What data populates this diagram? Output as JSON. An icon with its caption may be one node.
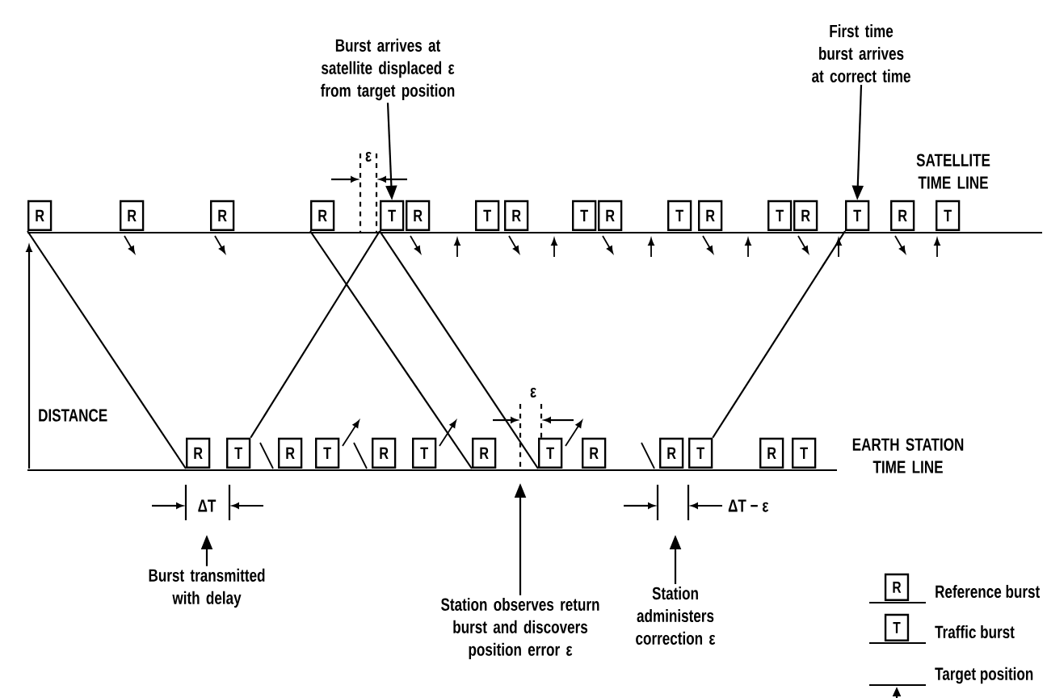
{
  "diagram": {
    "nodes": [
      {
        "text": [
          "Burst arrives at satellite displaced ε from target position"
        ]
      },
      {
        "text": [
          "First time burst arrives at correct time"
        ]
      },
      {
        "text": [
          "R"
        ]
      },
      {
        "text": [
          "R"
        ]
      },
      {
        "text": [
          "R"
        ]
      },
      {
        "text": [
          "R"
        ]
      },
      {
        "text": [
          "T"
        ]
      },
      {
        "text": [
          "R"
        ]
      },
      {
        "text": [
          "T"
        ]
      },
      {
        "text": [
          "R"
        ]
      },
      {
        "text": [
          "T"
        ]
      },
      {
        "text": [
          "R"
        ]
      },
      {
        "text": [
          "T"
        ]
      },
      {
        "text": [
          "R"
        ]
      },
      {
        "text": [
          "T"
        ]
      },
      {
        "text": [
          "R"
        ]
      },
      {
        "text": [
          "T"
        ]
      },
      {
        "text": [
          "R"
        ]
      },
      {
        "text": [
          "T"
        ]
      },
      {
        "text": [
          "R"
        ]
      },
      {
        "text": [
          "T"
        ]
      },
      {
        "text": [
          "R"
        ]
      },
      {
        "text": [
          "T"
        ]
      },
      {
        "text": [
          "R"
        ]
      },
      {
        "text": [
          "T"
        ]
      },
      {
        "text": [
          "R"
        ]
      },
      {
        "text": [
          "T"
        ]
      },
      {
        "text": [
          "R"
        ]
      },
      {
        "text": [
          "R"
        ]
      },
      {
        "text": [
          "T"
        ]
      },
      {
        "text": [
          "R"
        ]
      },
      {
        "text": [
          "T"
        ]
      },
      {
        "text": [
          "Burst transmitted with delay"
        ]
      },
      {
        "text": [
          "Station observes return burst and discovers position error ε"
        ]
      },
      {
        "text": [
          "Station administers correction ε"
        ]
      }
    ],
    "edges": [
      {
        "from": 2,
        "to": 19,
        "arrow": "none"
      },
      {
        "from": 20,
        "to": 6,
        "arrow": "none"
      },
      {
        "from": 5,
        "to": 25,
        "arrow": "none"
      },
      {
        "from": 6,
        "to": 26,
        "arrow": "none"
      },
      {
        "from": 29,
        "to": 16,
        "arrow": "none"
      },
      {
        "from": 0,
        "to": 6,
        "arrow": "to"
      },
      {
        "from": 1,
        "to": 16,
        "arrow": "to"
      },
      {
        "from": 32,
        "to": null,
        "arrow": "to"
      },
      {
        "from": 33,
        "to": null,
        "arrow": "to"
      },
      {
        "from": 34,
        "to": null,
        "arrow": "to"
      }
    ],
    "labels": [
      "ε",
      "SATELLITE TIME LINE",
      "DISTANCE",
      "ε",
      "EARTH STATION TIME LINE",
      "ΔT",
      "ΔT − ε",
      "R",
      "T"
    ],
    "legend": [
      {
        "text": "Reference burst"
      },
      {
        "text": "Traffic burst"
      },
      {
        "text": "Target position"
      }
    ]
  }
}
